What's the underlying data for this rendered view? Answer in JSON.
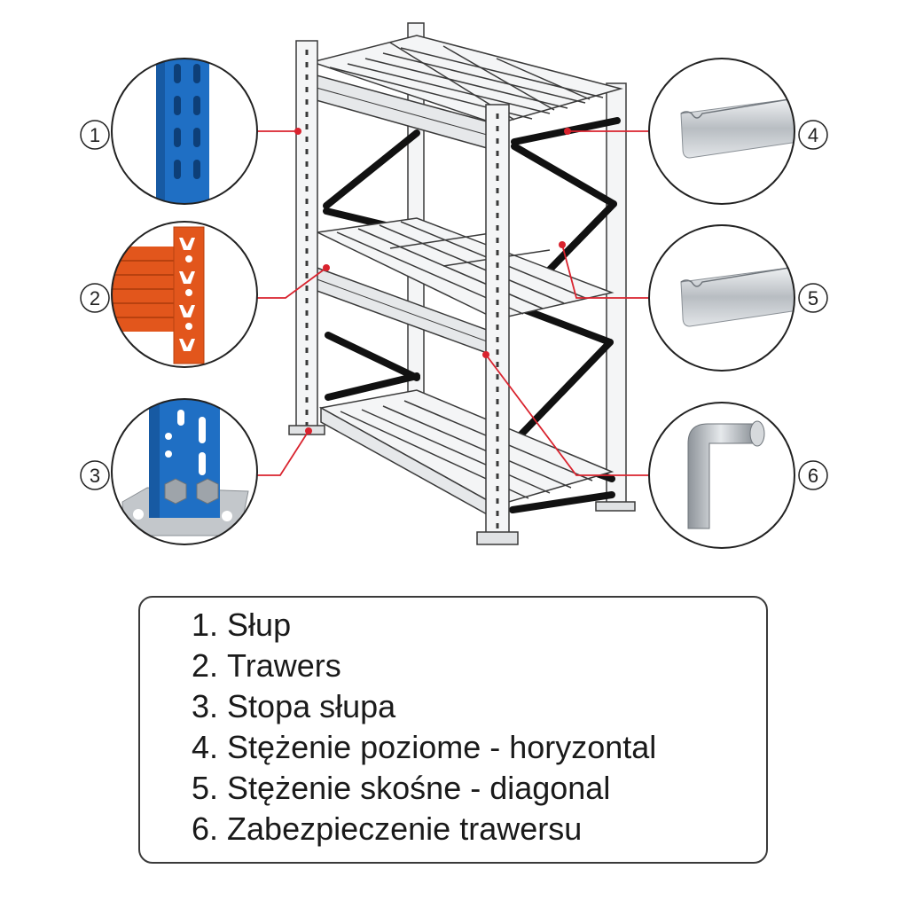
{
  "callouts": [
    {
      "number": "1",
      "icon": "upright-column-icon"
    },
    {
      "number": "2",
      "icon": "beam-connector-icon"
    },
    {
      "number": "3",
      "icon": "base-plate-icon"
    },
    {
      "number": "4",
      "icon": "horizontal-brace-profile-icon"
    },
    {
      "number": "5",
      "icon": "diagonal-brace-profile-icon"
    },
    {
      "number": "6",
      "icon": "safety-pin-icon"
    }
  ],
  "legend": {
    "items": [
      {
        "number": "1.",
        "label": "Słup"
      },
      {
        "number": "2.",
        "label": "Trawers"
      },
      {
        "number": "3.",
        "label": "Stopa słupa"
      },
      {
        "number": "4.",
        "label": "Stężenie poziome - horyzontal"
      },
      {
        "number": "5.",
        "label": "Stężenie skośne - diagonal"
      },
      {
        "number": "6.",
        "label": "Zabezpieczenie trawersu"
      }
    ]
  },
  "colors": {
    "upright_blue": "#1f6fc4",
    "beam_orange": "#e2561c",
    "leader_red": "#d9232e",
    "brace_black": "#111111",
    "steel_gray": "#c9cdd1",
    "outline": "#3a3a3a"
  }
}
